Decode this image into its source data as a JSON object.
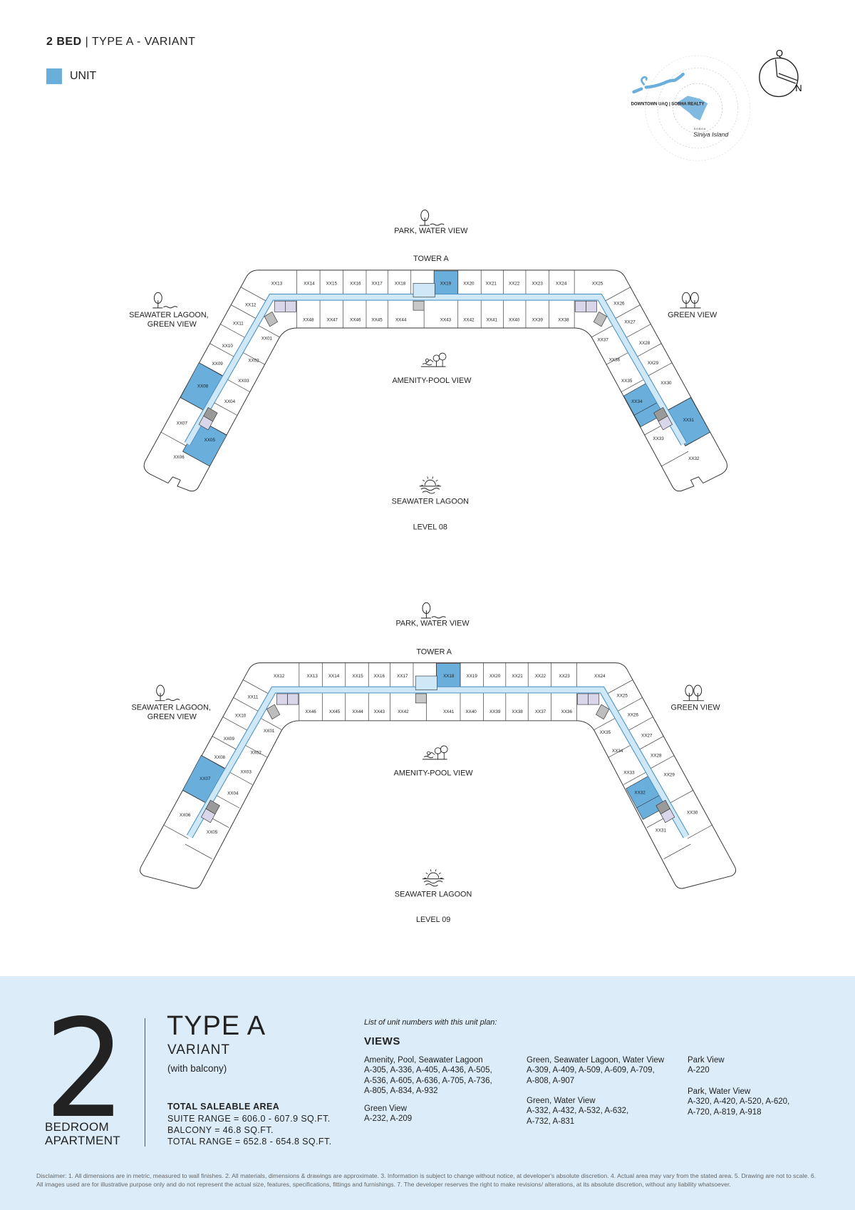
{
  "header": {
    "title_bold": "2 BED",
    "separator": "|",
    "title_rest": "TYPE A - VARIANT",
    "legend_label": "UNIT"
  },
  "colors": {
    "unit": "#6aaedb",
    "corridor": "#cfe8f8",
    "corridor_edge": "#4f93c4",
    "panel": "#dcedf9"
  },
  "logo": {
    "tagline": "DOWNTOWN UAQ | SOBHA REALTY",
    "brand": "SOBHA",
    "name": "Siniya Island"
  },
  "compass": {
    "q": "Q",
    "n": "N"
  },
  "levels": [
    {
      "label": "LEVEL 08",
      "tower": "TOWER A",
      "views": {
        "top": "PARK, WATER VIEW",
        "left_line1": "SEAWATER LAGOON,",
        "left_line2": "GREEN VIEW",
        "right": "GREEN VIEW",
        "center": "AMENITY-POOL VIEW",
        "bottom": "SEAWATER LAGOON"
      },
      "units": [
        "XX13",
        "XX14",
        "XX15",
        "XX16",
        "XX17",
        "XX18",
        "XX19",
        "XX20",
        "XX21",
        "XX22",
        "XX23",
        "XX24",
        "XX25",
        "XX48",
        "XX47",
        "XX46",
        "XX45",
        "XX44",
        "XX43",
        "XX42",
        "XX41",
        "XX40",
        "XX39",
        "XX38",
        "XX12",
        "XX11",
        "XX10",
        "XX09",
        "XX08",
        "XX07",
        "XX06",
        "XX01",
        "XX02",
        "XX03",
        "XX04",
        "XX05",
        "XX26",
        "XX27",
        "XX28",
        "XX29",
        "XX30",
        "XX31",
        "XX32",
        "XX37",
        "XX36",
        "XX35",
        "XX34",
        "XX33"
      ],
      "highlighted": [
        "XX19",
        "XX08",
        "XX05",
        "XX31",
        "XX34"
      ]
    },
    {
      "label": "LEVEL 09",
      "tower": "TOWER A",
      "views": {
        "top": "PARK, WATER VIEW",
        "left_line1": "SEAWATER LAGOON,",
        "left_line2": "GREEN VIEW",
        "right": "GREEN VIEW",
        "center": "AMENITY-POOL VIEW",
        "bottom": "SEAWATER LAGOON"
      },
      "units": [
        "XX12",
        "XX13",
        "XX14",
        "XX15",
        "XX16",
        "XX17",
        "XX18",
        "XX19",
        "XX20",
        "XX21",
        "XX22",
        "XX23",
        "XX24",
        "XX46",
        "XX45",
        "XX44",
        "XX43",
        "XX42",
        "XX41",
        "XX40",
        "XX39",
        "XX38",
        "XX37",
        "XX36",
        "XX11",
        "XX10",
        "XX09",
        "XX08",
        "XX07",
        "XX06",
        "XX05",
        "XX01",
        "XX02",
        "XX03",
        "XX04",
        "XX25",
        "XX26",
        "XX27",
        "XX28",
        "XX29",
        "XX30",
        "XX31",
        "XX35",
        "XX34",
        "XX33",
        "XX32"
      ],
      "highlighted": [
        "XX18",
        "XX07",
        "XX32"
      ]
    }
  ],
  "summary": {
    "bedrooms": "2",
    "bedroom_line1": "BEDROOM",
    "bedroom_line2": "APARTMENT",
    "type": "TYPE A",
    "variant": "VARIANT",
    "note": "(with balcony)",
    "area_title": "TOTAL SALEABLE AREA",
    "suite_range": "SUITE RANGE = 606.0 - 607.9 SQ.FT.",
    "balcony": "BALCONY = 46.8 SQ.FT.",
    "total_range": "TOTAL RANGE = 652.8 - 654.8 SQ.FT."
  },
  "unit_list": {
    "intro": "List of unit numbers with this unit plan:",
    "title": "VIEWS",
    "groups": [
      {
        "heading": "Amenity, Pool, Seawater Lagoon",
        "lines": [
          "A-305, A-336, A-405, A-436, A-505,",
          "A-536, A-605, A-636, A-705, A-736,",
          "A-805, A-834, A-932"
        ]
      },
      {
        "heading": "Green View",
        "lines": [
          "A-232, A-209"
        ]
      },
      {
        "heading": "Green, Seawater Lagoon, Water View",
        "lines": [
          "A-309, A-409, A-509, A-609, A-709,",
          "A-808, A-907"
        ]
      },
      {
        "heading": "Green, Water View",
        "lines": [
          "A-332, A-432, A-532, A-632,",
          "A-732, A-831"
        ]
      },
      {
        "heading": "Park View",
        "lines": [
          "A-220"
        ]
      },
      {
        "heading": "Park, Water View",
        "lines": [
          "A-320, A-420, A-520, A-620,",
          "A-720, A-819, A-918"
        ]
      }
    ]
  },
  "disclaimer": "Disclaimer: 1. All dimensions are in metric, measured to wall finishes. 2. All materials, dimensions & drawings are approximate. 3. Information is subject to change without notice, at developer's absolute discretion. 4. Actual area may vary from the stated area. 5. Drawing are not to scale. 6. All images used are for illustrative purpose only and do not represent the actual size, features, specifications, fittings and furnishings. 7. The developer reserves the right to make revisions/ alterations, at its absolute discretion, without any liability whatsoever."
}
